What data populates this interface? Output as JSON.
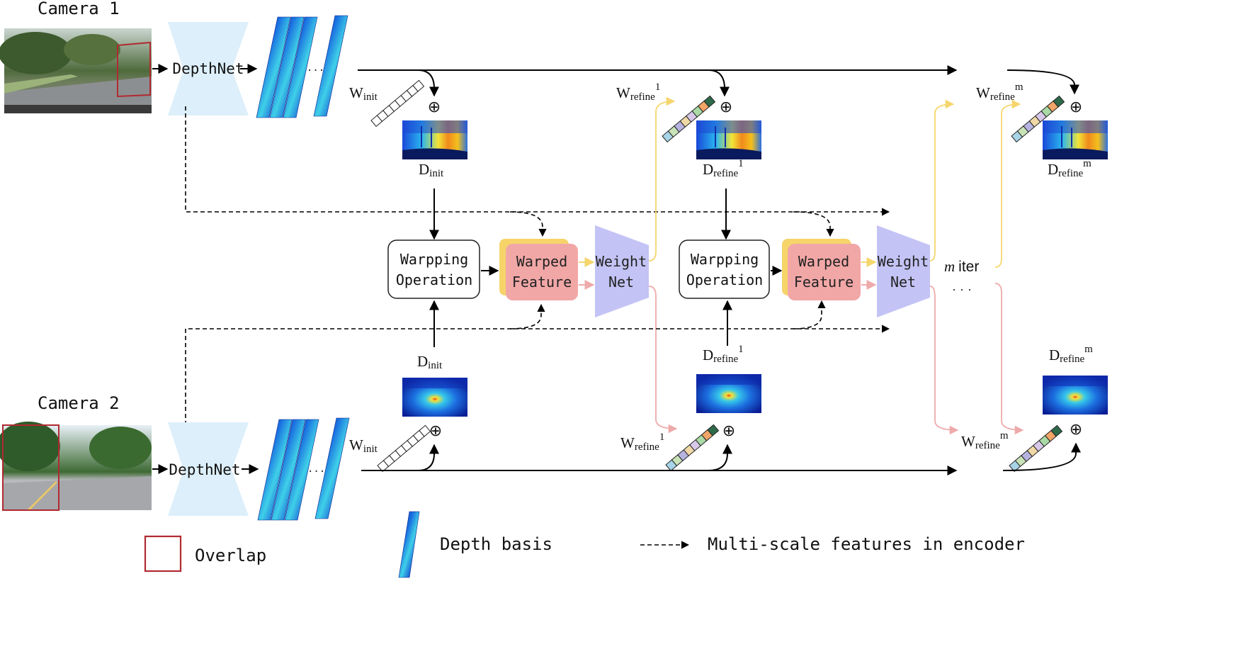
{
  "cameras": {
    "cam1": {
      "label": "Camera 1"
    },
    "cam2": {
      "label": "Camera 2"
    }
  },
  "network": {
    "depthnet_label": "DepthNet",
    "ellipsis": "...",
    "iter_dots": "· · ·"
  },
  "weights": {
    "W_base": "W",
    "init_sub": "init",
    "refine_sub": "refine",
    "sup1": "1",
    "supm": "m"
  },
  "depth": {
    "D_base": "D",
    "init_sub": "init",
    "refine_sub": "refine",
    "sup1": "1",
    "supm": "m"
  },
  "ops": {
    "warp_line1": "Warpping",
    "warp_line2": "Operation",
    "feat_line1": "Warped",
    "feat_line2": "Feature",
    "weight_line1": "Weight",
    "weight_line2": "Net"
  },
  "iter": {
    "m": "m",
    "label": "iter"
  },
  "plus": "⊕",
  "legend": {
    "overlap": "Overlap",
    "depth_basis": "Depth basis",
    "multiscale": "Multi-scale features in encoder"
  },
  "colors": {
    "depthnet": "#dceffa",
    "warped_front": "#f2a7a7",
    "warped_back": "#f6d46a",
    "weightnet": "#c3c3f5",
    "yellow_arrow": "#f5d66e",
    "pink_arrow": "#eeaaaa",
    "overlap_box": "#b02a30"
  }
}
